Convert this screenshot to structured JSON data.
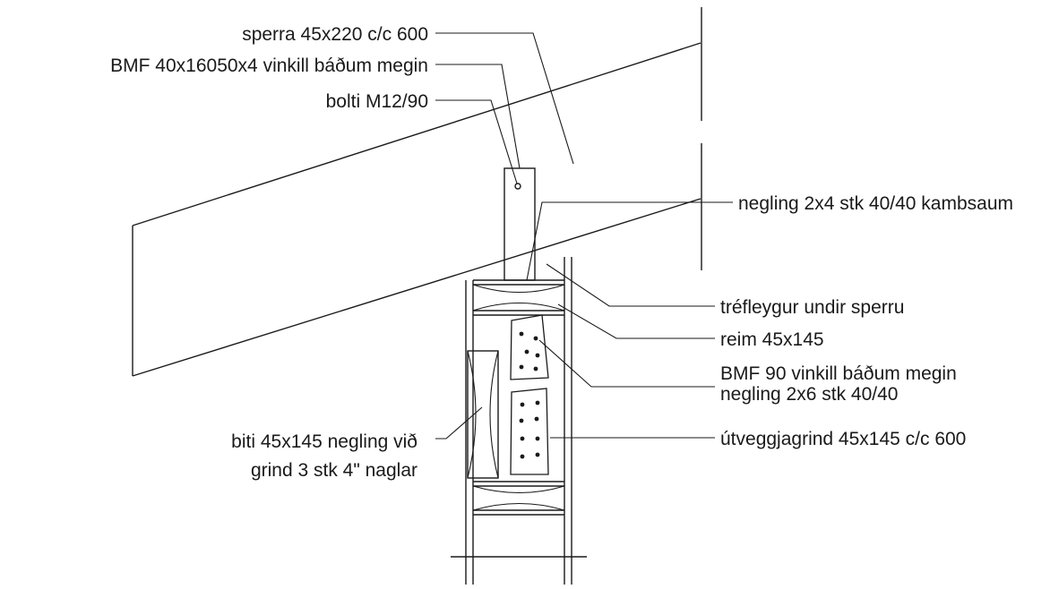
{
  "drawing": {
    "labels": {
      "sperra": "sperra 45x220 c/c 600",
      "bmf_40": "BMF 40x16050x4 vinkill  báðum megin",
      "bolti": "bolti M12/90",
      "negling_kambsaum": "negling 2x4 stk 40/40 kambsaum",
      "trefleygur": "tréfleygur undir sperru",
      "reim": "reim 45x145",
      "bmf_90": "BMF 90 vinkill báðum megin",
      "negling_2x6": "negling 2x6 stk 40/40",
      "utveggjagrind": "útveggjagrind 45x145 c/c 600",
      "biti_line1": "biti 45x145 negling við",
      "biti_line2": "grind 3 stk 4\" naglar"
    }
  }
}
